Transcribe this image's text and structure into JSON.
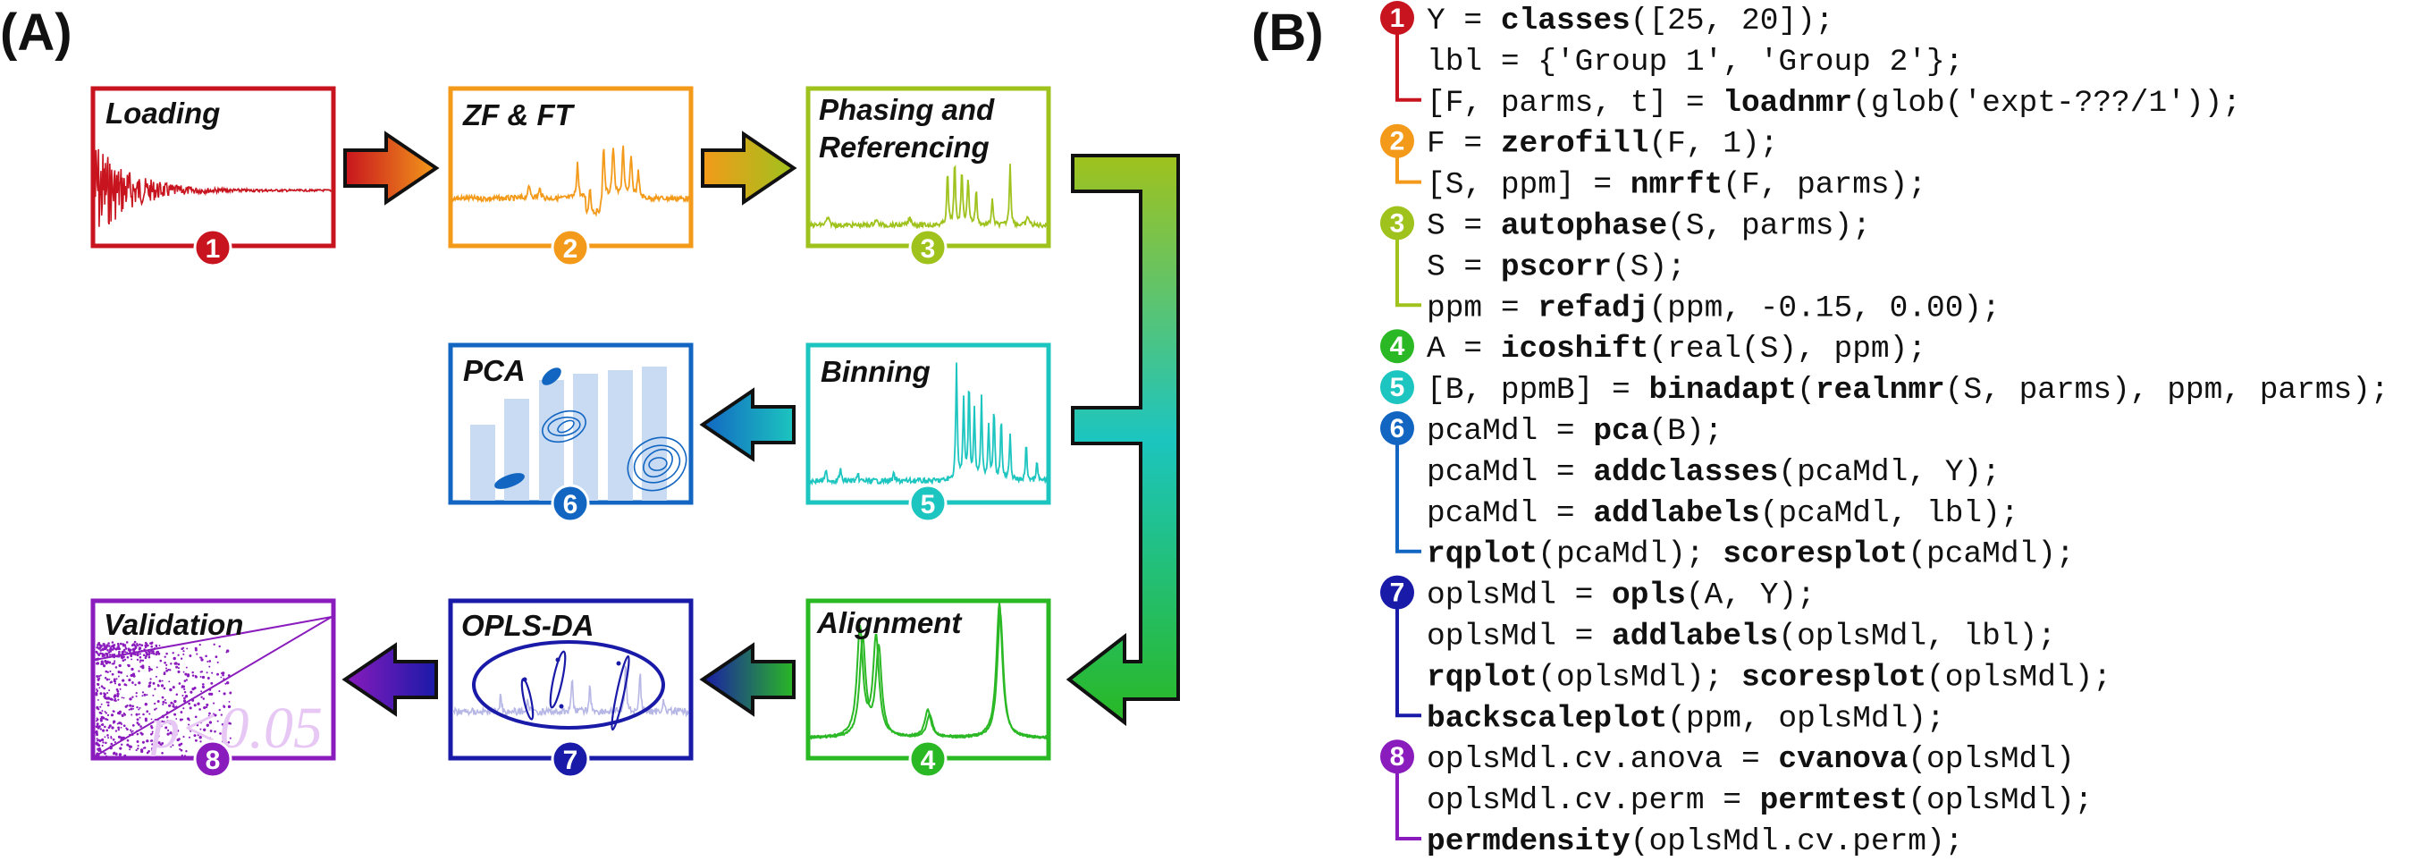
{
  "panel_a": {
    "label": "(A)",
    "steps": [
      {
        "n": "1",
        "title": "Loading",
        "color": "#c8141e"
      },
      {
        "n": "2",
        "title": "ZF & FT",
        "color": "#f39a1a"
      },
      {
        "n": "3",
        "title": "Phasing and|Referencing",
        "color": "#9fc21c"
      },
      {
        "n": "4",
        "title": "Alignment",
        "color": "#2ab824"
      },
      {
        "n": "5",
        "title": "Binning",
        "color": "#1cc5bf"
      },
      {
        "n": "6",
        "title": "PCA",
        "color": "#1266c2"
      },
      {
        "n": "7",
        "title": "OPLS-DA",
        "color": "#1a1aa8"
      },
      {
        "n": "8",
        "title": "Validation",
        "color": "#8a1bbd"
      }
    ],
    "validation_overlay": "p<0.05"
  },
  "panel_b": {
    "label": "(B)",
    "groups": [
      {
        "n": "1",
        "color": "#c8141e",
        "lines": [
          [
            [
              "Y = ",
              0
            ],
            [
              "classes",
              1
            ],
            [
              "([25, 20]);",
              0
            ]
          ],
          [
            [
              "lbl = {'Group 1', 'Group 2'};",
              0
            ]
          ],
          [
            [
              "[F, parms, t] = ",
              0
            ],
            [
              "loadnmr",
              1
            ],
            [
              "(glob('expt-???/1'));",
              0
            ]
          ]
        ]
      },
      {
        "n": "2",
        "color": "#f39a1a",
        "lines": [
          [
            [
              "F = ",
              0
            ],
            [
              "zerofill",
              1
            ],
            [
              "(F, 1);",
              0
            ]
          ],
          [
            [
              "[S, ppm] = ",
              0
            ],
            [
              "nmrft",
              1
            ],
            [
              "(F, parms);",
              0
            ]
          ]
        ]
      },
      {
        "n": "3",
        "color": "#9fc21c",
        "lines": [
          [
            [
              "S = ",
              0
            ],
            [
              "autophase",
              1
            ],
            [
              "(S, parms);",
              0
            ]
          ],
          [
            [
              "S = ",
              0
            ],
            [
              "pscorr",
              1
            ],
            [
              "(S);",
              0
            ]
          ],
          [
            [
              "ppm = ",
              0
            ],
            [
              "refadj",
              1
            ],
            [
              "(ppm, -0.15, 0.00);",
              0
            ]
          ]
        ]
      },
      {
        "n": "4",
        "color": "#2ab824",
        "lines": [
          [
            [
              "A = ",
              0
            ],
            [
              "icoshift",
              1
            ],
            [
              "(real(S), ppm);",
              0
            ]
          ]
        ]
      },
      {
        "n": "5",
        "color": "#1cc5bf",
        "lines": [
          [
            [
              "[B, ppmB] = ",
              0
            ],
            [
              "binadapt",
              1
            ],
            [
              "(",
              0
            ],
            [
              "realnmr",
              1
            ],
            [
              "(S, parms), ppm, parms);",
              0
            ]
          ]
        ]
      },
      {
        "n": "6",
        "color": "#1266c2",
        "lines": [
          [
            [
              "pcaMdl = ",
              0
            ],
            [
              "pca",
              1
            ],
            [
              "(B);",
              0
            ]
          ],
          [
            [
              "pcaMdl = ",
              0
            ],
            [
              "addclasses",
              1
            ],
            [
              "(pcaMdl, Y);",
              0
            ]
          ],
          [
            [
              "pcaMdl = ",
              0
            ],
            [
              "addlabels",
              1
            ],
            [
              "(pcaMdl, lbl);",
              0
            ]
          ],
          [
            [
              "rqplot",
              1
            ],
            [
              "(pcaMdl); ",
              0
            ],
            [
              "scoresplot",
              1
            ],
            [
              "(pcaMdl);",
              0
            ]
          ]
        ]
      },
      {
        "n": "7",
        "color": "#1a1aa8",
        "lines": [
          [
            [
              "oplsMdl = ",
              0
            ],
            [
              "opls",
              1
            ],
            [
              "(A, Y);",
              0
            ]
          ],
          [
            [
              "oplsMdl = ",
              0
            ],
            [
              "addlabels",
              1
            ],
            [
              "(oplsMdl, lbl);",
              0
            ]
          ],
          [
            [
              "rqplot",
              1
            ],
            [
              "(oplsMdl); ",
              0
            ],
            [
              "scoresplot",
              1
            ],
            [
              "(oplsMdl);",
              0
            ]
          ],
          [
            [
              "backscaleplot",
              1
            ],
            [
              "(ppm, oplsMdl);",
              0
            ]
          ]
        ]
      },
      {
        "n": "8",
        "color": "#8a1bbd",
        "lines": [
          [
            [
              "oplsMdl.cv.anova = ",
              0
            ],
            [
              "cvanova",
              1
            ],
            [
              "(oplsMdl)",
              0
            ]
          ],
          [
            [
              "oplsMdl.cv.perm = ",
              0
            ],
            [
              "permtest",
              1
            ],
            [
              "(oplsMdl);",
              0
            ]
          ],
          [
            [
              "permdensity",
              1
            ],
            [
              "(oplsMdl.cv.perm);",
              0
            ]
          ]
        ]
      }
    ]
  }
}
